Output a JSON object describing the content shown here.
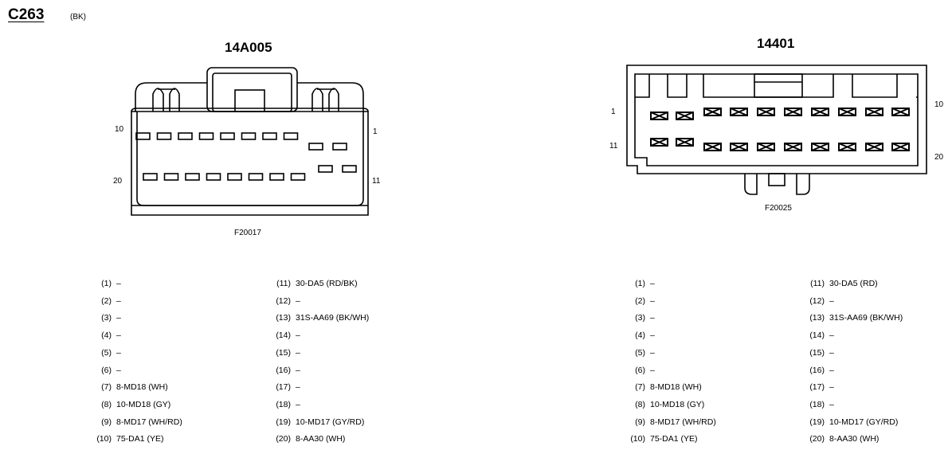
{
  "header": {
    "connector_id": "C263",
    "connector_color": "(BK)"
  },
  "connectors": [
    {
      "part_number": "14A005",
      "figure_code": "F20017",
      "pin_labels": {
        "top_left": "10",
        "top_right": "1",
        "bottom_left": "20",
        "bottom_right": "11"
      },
      "pins_left": [
        {
          "pin": "(1)",
          "circuit": "–"
        },
        {
          "pin": "(2)",
          "circuit": "–"
        },
        {
          "pin": "(3)",
          "circuit": "–"
        },
        {
          "pin": "(4)",
          "circuit": "–"
        },
        {
          "pin": "(5)",
          "circuit": "–"
        },
        {
          "pin": "(6)",
          "circuit": "–"
        },
        {
          "pin": "(7)",
          "circuit": "8-MD18 (WH)"
        },
        {
          "pin": "(8)",
          "circuit": "10-MD18 (GY)"
        },
        {
          "pin": "(9)",
          "circuit": "8-MD17 (WH/RD)"
        },
        {
          "pin": "(10)",
          "circuit": "75-DA1 (YE)"
        }
      ],
      "pins_right": [
        {
          "pin": "(11)",
          "circuit": "30-DA5 (RD/BK)"
        },
        {
          "pin": "(12)",
          "circuit": "–"
        },
        {
          "pin": "(13)",
          "circuit": "31S-AA69 (BK/WH)"
        },
        {
          "pin": "(14)",
          "circuit": "–"
        },
        {
          "pin": "(15)",
          "circuit": "–"
        },
        {
          "pin": "(16)",
          "circuit": "–"
        },
        {
          "pin": "(17)",
          "circuit": "–"
        },
        {
          "pin": "(18)",
          "circuit": "–"
        },
        {
          "pin": "(19)",
          "circuit": "10-MD17 (GY/RD)"
        },
        {
          "pin": "(20)",
          "circuit": "8-AA30 (WH)"
        }
      ]
    },
    {
      "part_number": "14401",
      "figure_code": "F20025",
      "pin_labels": {
        "top_left": "1",
        "top_right": "10",
        "bottom_left": "11",
        "bottom_right": "20"
      },
      "pins_left": [
        {
          "pin": "(1)",
          "circuit": "–"
        },
        {
          "pin": "(2)",
          "circuit": "–"
        },
        {
          "pin": "(3)",
          "circuit": "–"
        },
        {
          "pin": "(4)",
          "circuit": "–"
        },
        {
          "pin": "(5)",
          "circuit": "–"
        },
        {
          "pin": "(6)",
          "circuit": "–"
        },
        {
          "pin": "(7)",
          "circuit": "8-MD18 (WH)"
        },
        {
          "pin": "(8)",
          "circuit": "10-MD18 (GY)"
        },
        {
          "pin": "(9)",
          "circuit": "8-MD17 (WH/RD)"
        },
        {
          "pin": "(10)",
          "circuit": "75-DA1 (YE)"
        }
      ],
      "pins_right": [
        {
          "pin": "(11)",
          "circuit": "30-DA5 (RD)"
        },
        {
          "pin": "(12)",
          "circuit": "–"
        },
        {
          "pin": "(13)",
          "circuit": "31S-AA69 (BK/WH)"
        },
        {
          "pin": "(14)",
          "circuit": "–"
        },
        {
          "pin": "(15)",
          "circuit": "–"
        },
        {
          "pin": "(16)",
          "circuit": "–"
        },
        {
          "pin": "(17)",
          "circuit": "–"
        },
        {
          "pin": "(18)",
          "circuit": "–"
        },
        {
          "pin": "(19)",
          "circuit": "10-MD17 (GY/RD)"
        },
        {
          "pin": "(20)",
          "circuit": "8-AA30 (WH)"
        }
      ]
    }
  ]
}
